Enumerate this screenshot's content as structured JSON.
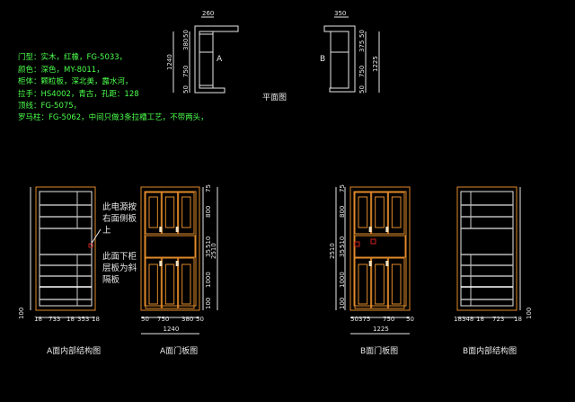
{
  "specs": [
    "门型：实木，红橡，FG-5033，",
    "颜色：深色，MY-8011，",
    "柜体：颗粒板，深北美，露水河，",
    "拉手：HS4002，青古，孔距：128",
    "顶线：FG-5075，",
    "罗马柱：FG-5062，中间只做3条拉槽工艺，不带两头，"
  ],
  "plan": {
    "title": "平面图",
    "a": {
      "label": "A",
      "width": "260",
      "total": "1240",
      "dims": [
        "50",
        "380",
        "750",
        "50"
      ]
    },
    "b": {
      "label": "B",
      "width": "350",
      "total": "1225",
      "dims": [
        "50",
        "375",
        "750",
        "50"
      ]
    }
  },
  "notes": {
    "power": [
      "此电源按",
      "右面侧板",
      "上"
    ],
    "shelf": [
      "此面下柜",
      "层板为斜",
      "隔板"
    ]
  },
  "views": {
    "a_internal": {
      "title": "A面内部结构图",
      "bottom": [
        "18",
        "733",
        "18",
        "353",
        "18"
      ],
      "base": "100"
    },
    "a_door": {
      "title": "A面门板图",
      "bottom": [
        "50",
        "750",
        "380",
        "50"
      ],
      "total_w": "1240",
      "side": [
        "75",
        "800",
        "510",
        "35",
        "1000",
        "100"
      ],
      "total_h": "2510"
    },
    "b_door": {
      "title": "B面门板图",
      "bottom": [
        "50",
        "375",
        "750",
        "50"
      ],
      "total_w": "1225",
      "side": [
        "75",
        "800",
        "510",
        "35",
        "1000",
        "100"
      ],
      "total_h": "2510"
    },
    "b_internal": {
      "title": "B面内部结构图",
      "bottom": [
        "18",
        "348",
        "18",
        "723",
        "18"
      ],
      "base": "100"
    }
  }
}
